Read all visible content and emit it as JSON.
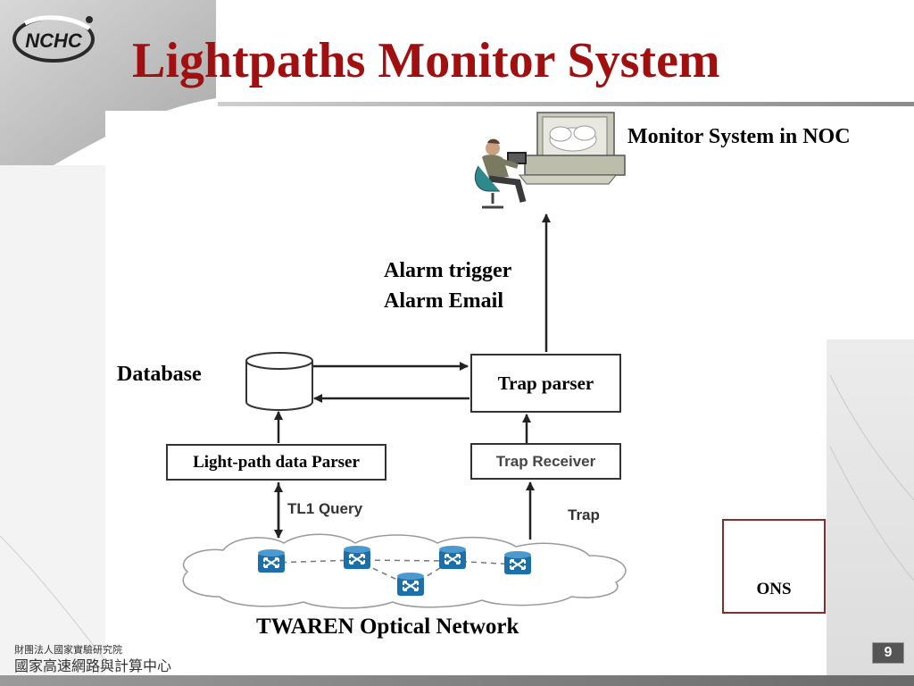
{
  "slide": {
    "title": "Lightpaths Monitor System",
    "page_number": "9",
    "logo_text": "NCHC",
    "org_name_small": "財團法人國家實驗研究院",
    "org_name_large": "國家高速網路與計算中心"
  },
  "diagram": {
    "monitor_label": "Monitor System in NOC",
    "alarm_lines": [
      "Alarm trigger",
      "Alarm Email"
    ],
    "database_label": "Database",
    "trap_parser_label": "Trap parser",
    "trap_receiver_label": "Trap Receiver",
    "lightpath_parser_label": "Light-path data Parser",
    "tl1_query_label": "TL1 Query",
    "trap_label": "Trap",
    "network_label": "TWAREN Optical Network",
    "ons_label": "ONS"
  },
  "icons": [
    "nchc-logo",
    "monitor-workstation-icon",
    "database-cylinder-icon",
    "optical-switch-icon",
    "cloud-icon"
  ],
  "colors": {
    "title": "#a01010",
    "router": "#1c6fa8",
    "ons_border": "#8c2a2a"
  }
}
